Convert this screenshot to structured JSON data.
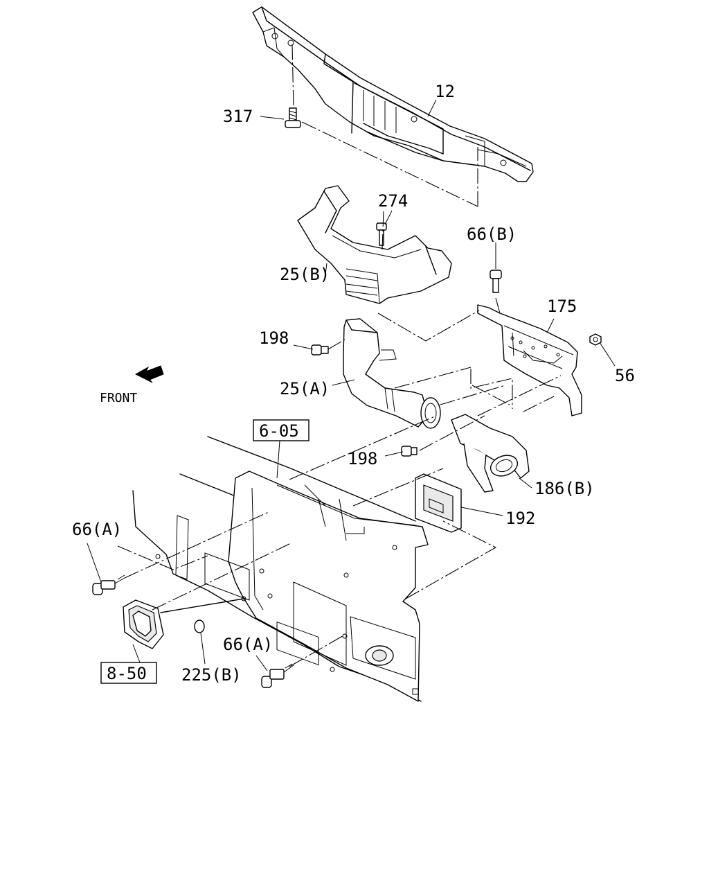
{
  "labels": {
    "p12": "12",
    "p317": "317",
    "p274": "274",
    "p66b": "66(B)",
    "p25b": "25(B)",
    "p175": "175",
    "p198a": "198",
    "p56": "56",
    "p25a": "25(A)",
    "p198b": "198",
    "p186b": "186(B)",
    "p192": "192",
    "p66a_left": "66(A)",
    "p66a_bottom": "66(A)",
    "p225b": "225(B)",
    "ref605": "6-05",
    "ref850": "8-50",
    "front": "FRONT"
  },
  "icons": {
    "front_arrow": "front-arrow-icon"
  }
}
